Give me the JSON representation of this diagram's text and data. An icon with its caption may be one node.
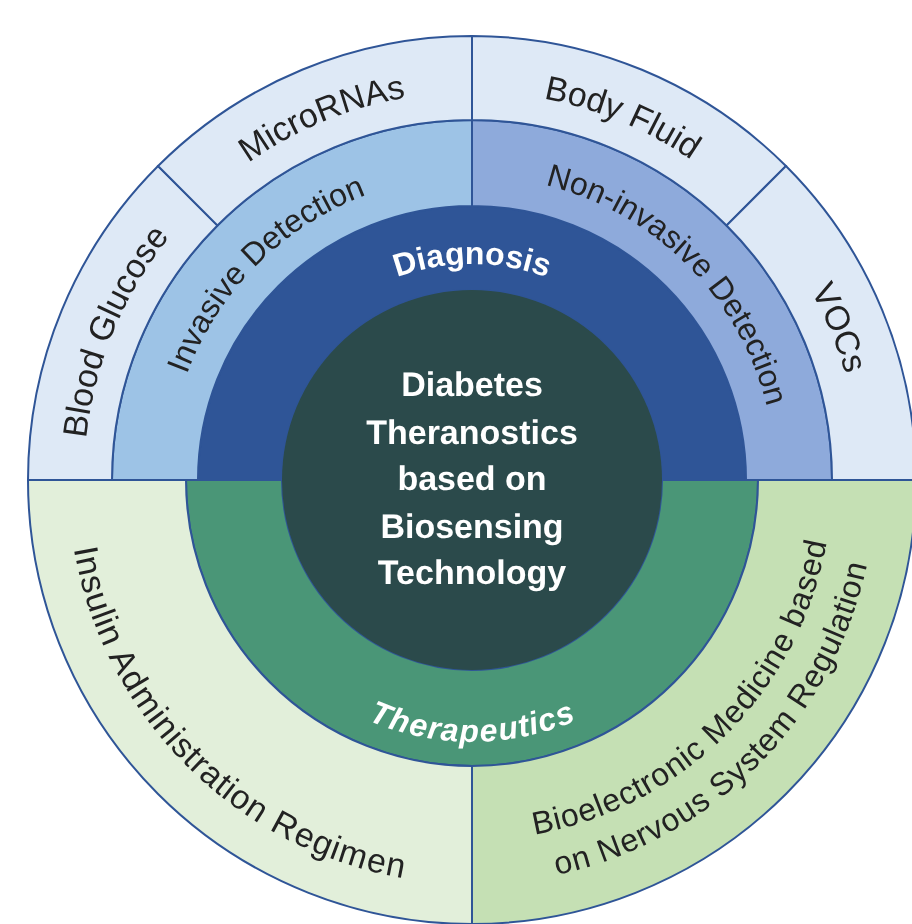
{
  "diagram": {
    "nodes": [
      {
        "text": [
          "Diabetes Theranostics based on Biosensing Technology"
        ]
      },
      {
        "text": [
          "Diagnosis"
        ]
      },
      {
        "text": [
          "Therapeutics"
        ]
      },
      {
        "text": [
          "Invasive Detection"
        ]
      },
      {
        "text": [
          "Non-invasive Detection"
        ]
      },
      {
        "text": [
          "Blood Glucose"
        ]
      },
      {
        "text": [
          "MicroRNAs"
        ]
      },
      {
        "text": [
          "Body Fluid"
        ]
      },
      {
        "text": [
          "VOCs"
        ]
      },
      {
        "text": [
          "Insulin Administration Regimen"
        ]
      },
      {
        "text": [
          "Bioelectronic Medicine based on Nervous System Regulation"
        ]
      }
    ]
  }
}
